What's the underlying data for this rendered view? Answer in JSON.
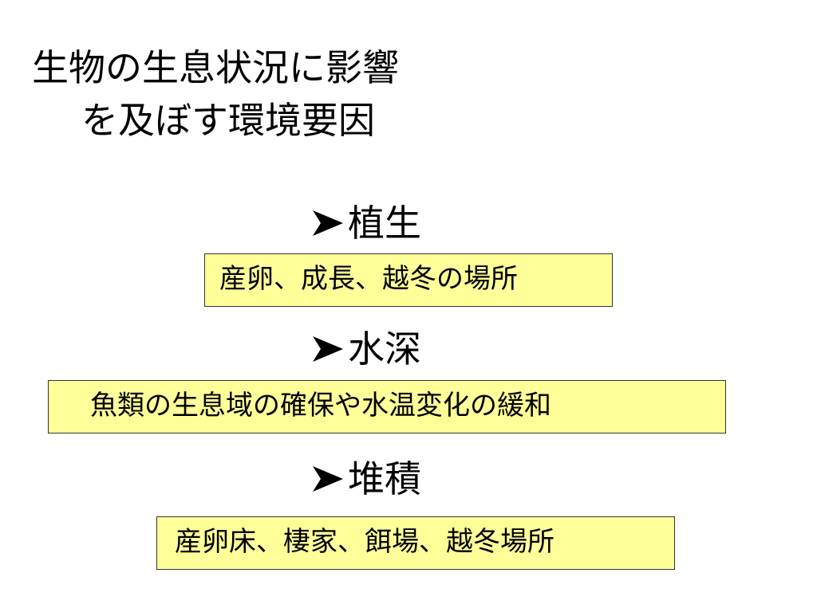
{
  "slide": {
    "title_line1": "生物の生息状況に影響",
    "title_line2": "を及ぼす環境要因",
    "items": [
      {
        "heading": "植生",
        "description": "産卵、成長、越冬の場所"
      },
      {
        "heading": "水深",
        "description": "魚類の生息域の確保や水温変化の緩和"
      },
      {
        "heading": "堆積",
        "description": "産卵床、棲家、餌場、越冬場所"
      }
    ]
  },
  "colors": {
    "box_fill": "#ffff99",
    "box_border": "#333333",
    "text": "#000000"
  },
  "icons": {
    "bullet": "arrow-right-bullet-icon"
  }
}
